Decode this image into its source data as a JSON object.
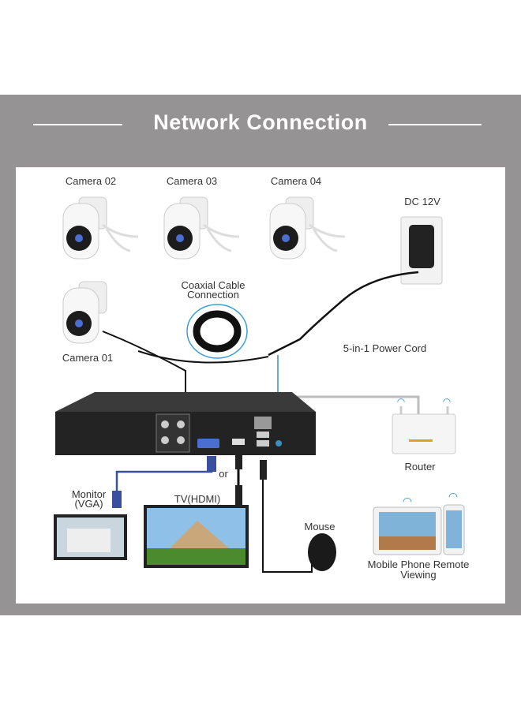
{
  "header": {
    "title": "Network Connection"
  },
  "labels": {
    "camera_02": "Camera 02",
    "camera_03": "Camera 03",
    "camera_04": "Camera 04",
    "camera_01": "Camera 01",
    "dc": "DC 12V",
    "coax_line1": "Coaxial Cable",
    "coax_line2": "Connection",
    "power_cord": "5-in-1 Power Cord",
    "router": "Router",
    "monitor_line1": "Monitor",
    "monitor_line2": "(VGA)",
    "tv": "TV(HDMI)",
    "or": "or",
    "mouse": "Mouse",
    "mobile_line1": "Mobile Phone Remote",
    "mobile_line2": "Viewing"
  },
  "colors": {
    "band": "#959394",
    "dvr": "#2b2b2b",
    "vga_cable": "#3a4fa0",
    "bnc": "#e0a020",
    "ethernet": "#bdbdbd",
    "power_cable": "#3a8fc0"
  }
}
